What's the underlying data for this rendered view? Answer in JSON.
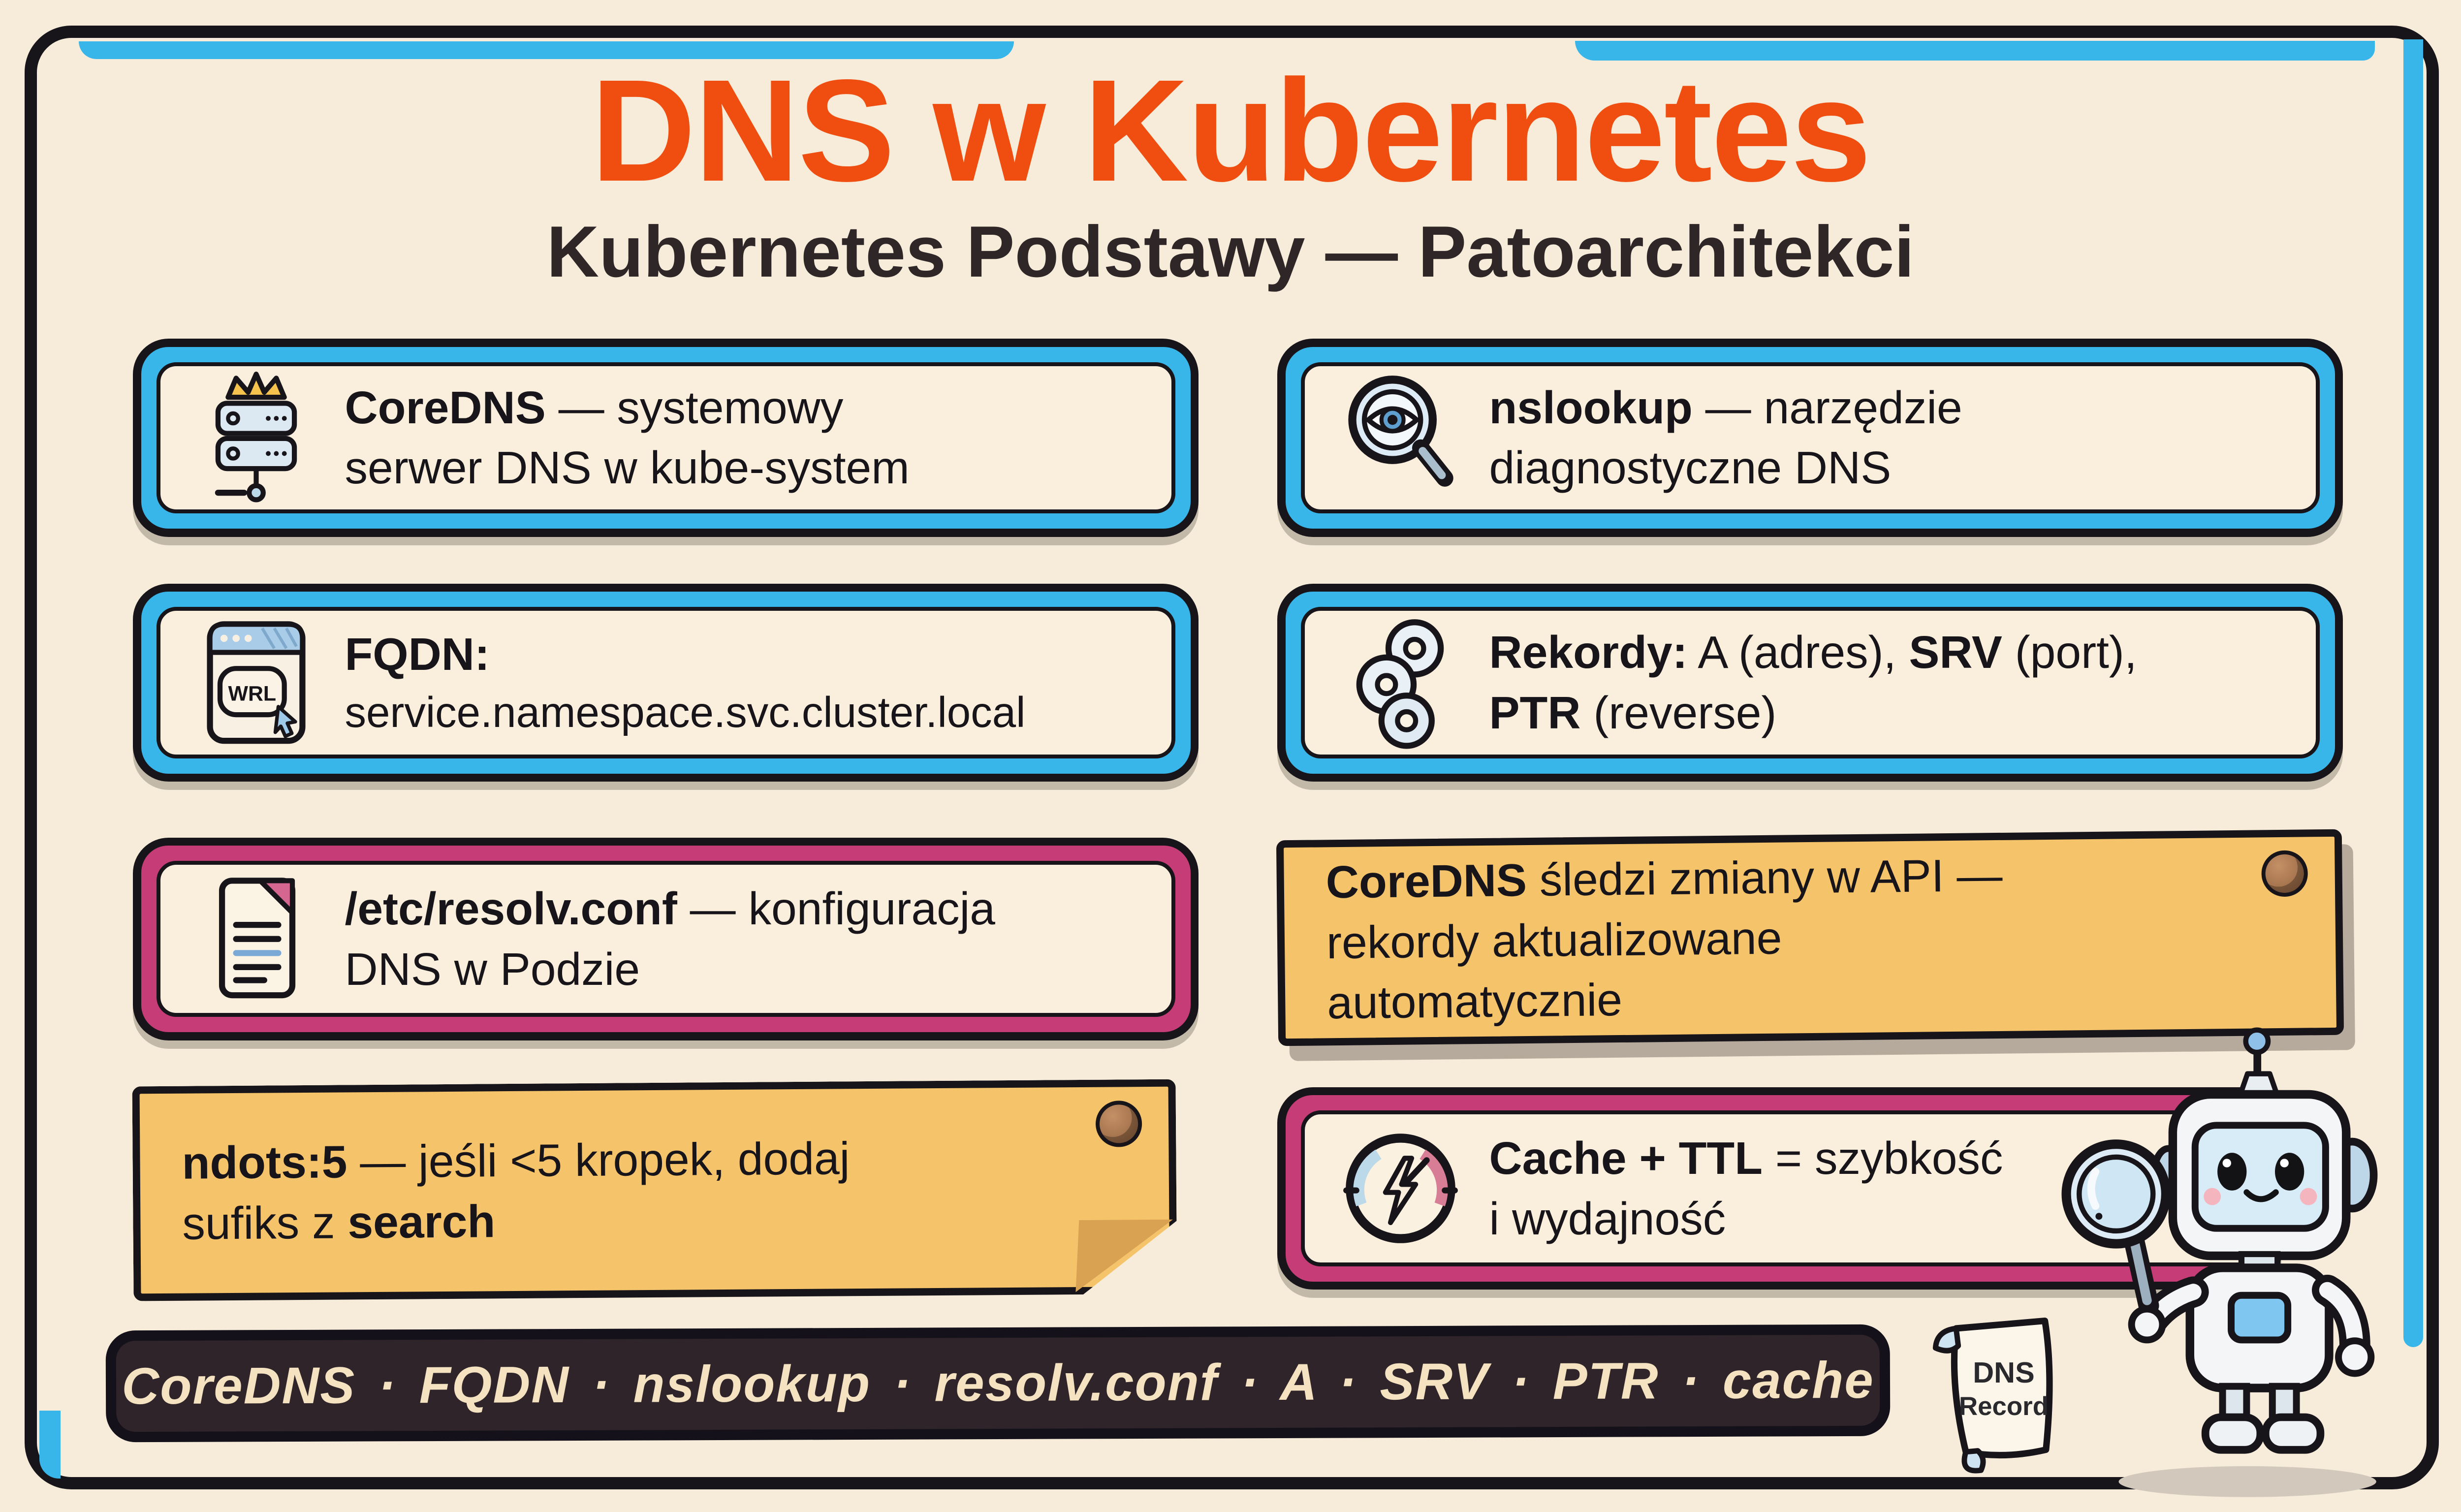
{
  "header": {
    "title": "DNS w Kubernetes",
    "subtitle": "Kubernetes Podstawy — Patoarchitekci"
  },
  "cards": [
    {
      "name": "coredns",
      "icon": "server-crown-icon",
      "accent": "blue",
      "segments": [
        {
          "t": "CoreDNS",
          "b": true
        },
        {
          "t": " — systemowy serwer DNS w kube-system",
          "b": false
        }
      ]
    },
    {
      "name": "nslookup",
      "icon": "magnifier-eye-icon",
      "accent": "blue",
      "segments": [
        {
          "t": "nslookup",
          "b": true
        },
        {
          "t": " — narzędzie diagnostyczne DNS",
          "b": false
        }
      ]
    },
    {
      "name": "fqdn",
      "icon": "browser-url-icon",
      "accent": "blue",
      "segments": [
        {
          "t": "FQDN:",
          "b": true
        },
        {
          "t": "service.namespace.svc.cluster.local",
          "b": false
        }
      ]
    },
    {
      "name": "records",
      "icon": "records-stack-icon",
      "accent": "blue",
      "segments": [
        {
          "t": "Rekordy:",
          "b": true
        },
        {
          "t": " A (adres), ",
          "b": false
        },
        {
          "t": "SRV",
          "b": true
        },
        {
          "t": " (port), ",
          "b": false
        },
        {
          "t": "PTR",
          "b": true
        },
        {
          "t": " (reverse)",
          "b": false
        }
      ]
    },
    {
      "name": "resolv-conf",
      "icon": "document-icon",
      "accent": "pink",
      "segments": [
        {
          "t": "/etc/resolv.conf",
          "b": true
        },
        {
          "t": " — konfiguracja DNS w Podzie",
          "b": false
        }
      ]
    },
    {
      "name": "coredns-api-note",
      "icon": "pushpin-icon",
      "accent": "sticky",
      "segments": [
        {
          "t": "CoreDNS",
          "b": true
        },
        {
          "t": " śledzi zmiany w API — rekordy aktualizowane automatycznie",
          "b": false
        }
      ]
    },
    {
      "name": "ndots-note",
      "icon": "pushpin-icon",
      "accent": "sticky",
      "segments": [
        {
          "t": "ndots:5",
          "b": true
        },
        {
          "t": " — jeśli <5 kropek, dodaj sufiks z ",
          "b": false
        },
        {
          "t": "search",
          "b": true
        }
      ]
    },
    {
      "name": "cache-ttl",
      "icon": "gauge-icon",
      "accent": "pink",
      "segments": [
        {
          "t": "Cache + TTL",
          "b": true
        },
        {
          "t": " = szybkość i wydajność",
          "b": false
        }
      ]
    }
  ],
  "footer": {
    "keywords": "CoreDNS · FQDN · nslookup · resolv.conf · A · SRV · PTR · cache"
  },
  "scroll": {
    "line1": "DNS",
    "line2": "Record"
  },
  "colors": {
    "background_cream": "#f6ecd9",
    "panel_cream": "#f9efdc",
    "frame_black": "#17141a",
    "accent_blue": "#38b6ea",
    "accent_pink": "#c53c77",
    "sticky_yellow": "#f4c36a",
    "title_orange": "#f04e10",
    "subtitle_dark": "#2f2628",
    "footer_bg": "#2e2429",
    "footer_text": "#f4e2c0"
  }
}
